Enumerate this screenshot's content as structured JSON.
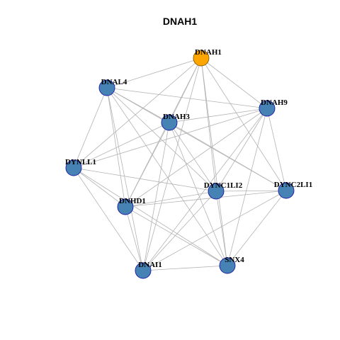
{
  "title": "DNAH1",
  "colors": {
    "hub_fill": "#FFA500",
    "node_fill": "#4682B4",
    "node_stroke": "#1a1aa6",
    "edge": "#b3b3b3"
  },
  "nodes": [
    {
      "id": "DNAH1",
      "hub": true
    },
    {
      "id": "DNAL4"
    },
    {
      "id": "DNAH9"
    },
    {
      "id": "DNAH3"
    },
    {
      "id": "DYNLL1"
    },
    {
      "id": "DYNC1LI2"
    },
    {
      "id": "DYNC2LI1"
    },
    {
      "id": "DNHD1"
    },
    {
      "id": "DNAI1"
    },
    {
      "id": "SNX4"
    }
  ],
  "edges": [
    [
      "DNAH1",
      "DNAL4"
    ],
    [
      "DNAH1",
      "DNAH9"
    ],
    [
      "DNAH1",
      "DNAH3"
    ],
    [
      "DNAH1",
      "DYNLL1"
    ],
    [
      "DNAH1",
      "DYNC1LI2"
    ],
    [
      "DNAH1",
      "DYNC2LI1"
    ],
    [
      "DNAH1",
      "DNHD1"
    ],
    [
      "DNAH1",
      "DNAI1"
    ],
    [
      "DNAH1",
      "SNX4"
    ],
    [
      "DNAL4",
      "DNAH9"
    ],
    [
      "DNAL4",
      "DNAH3"
    ],
    [
      "DNAL4",
      "DYNLL1"
    ],
    [
      "DNAL4",
      "DYNC1LI2"
    ],
    [
      "DNAL4",
      "DYNC2LI1"
    ],
    [
      "DNAL4",
      "DNHD1"
    ],
    [
      "DNAL4",
      "DNAI1"
    ],
    [
      "DNAL4",
      "SNX4"
    ],
    [
      "DNAH9",
      "DNAH3"
    ],
    [
      "DNAH9",
      "DYNLL1"
    ],
    [
      "DNAH9",
      "DYNC1LI2"
    ],
    [
      "DNAH9",
      "DYNC2LI1"
    ],
    [
      "DNAH9",
      "DNHD1"
    ],
    [
      "DNAH9",
      "DNAI1"
    ],
    [
      "DNAH9",
      "SNX4"
    ],
    [
      "DNAH3",
      "DYNLL1"
    ],
    [
      "DNAH3",
      "DYNC1LI2"
    ],
    [
      "DNAH3",
      "DYNC2LI1"
    ],
    [
      "DNAH3",
      "DNHD1"
    ],
    [
      "DNAH3",
      "DNAI1"
    ],
    [
      "DNAH3",
      "SNX4"
    ],
    [
      "DYNLL1",
      "DYNC1LI2"
    ],
    [
      "DYNLL1",
      "DNHD1"
    ],
    [
      "DYNLL1",
      "DNAI1"
    ],
    [
      "DYNLL1",
      "SNX4"
    ],
    [
      "DYNC1LI2",
      "DYNC2LI1"
    ],
    [
      "DYNC1LI2",
      "DNHD1"
    ],
    [
      "DYNC1LI2",
      "DNAI1"
    ],
    [
      "DYNC1LI2",
      "SNX4"
    ],
    [
      "DYNC2LI1",
      "DNHD1"
    ],
    [
      "DYNC2LI1",
      "DNAI1"
    ],
    [
      "DYNC2LI1",
      "SNX4"
    ],
    [
      "DNHD1",
      "DNAI1"
    ],
    [
      "DNHD1",
      "SNX4"
    ],
    [
      "DNAI1",
      "SNX4"
    ]
  ]
}
